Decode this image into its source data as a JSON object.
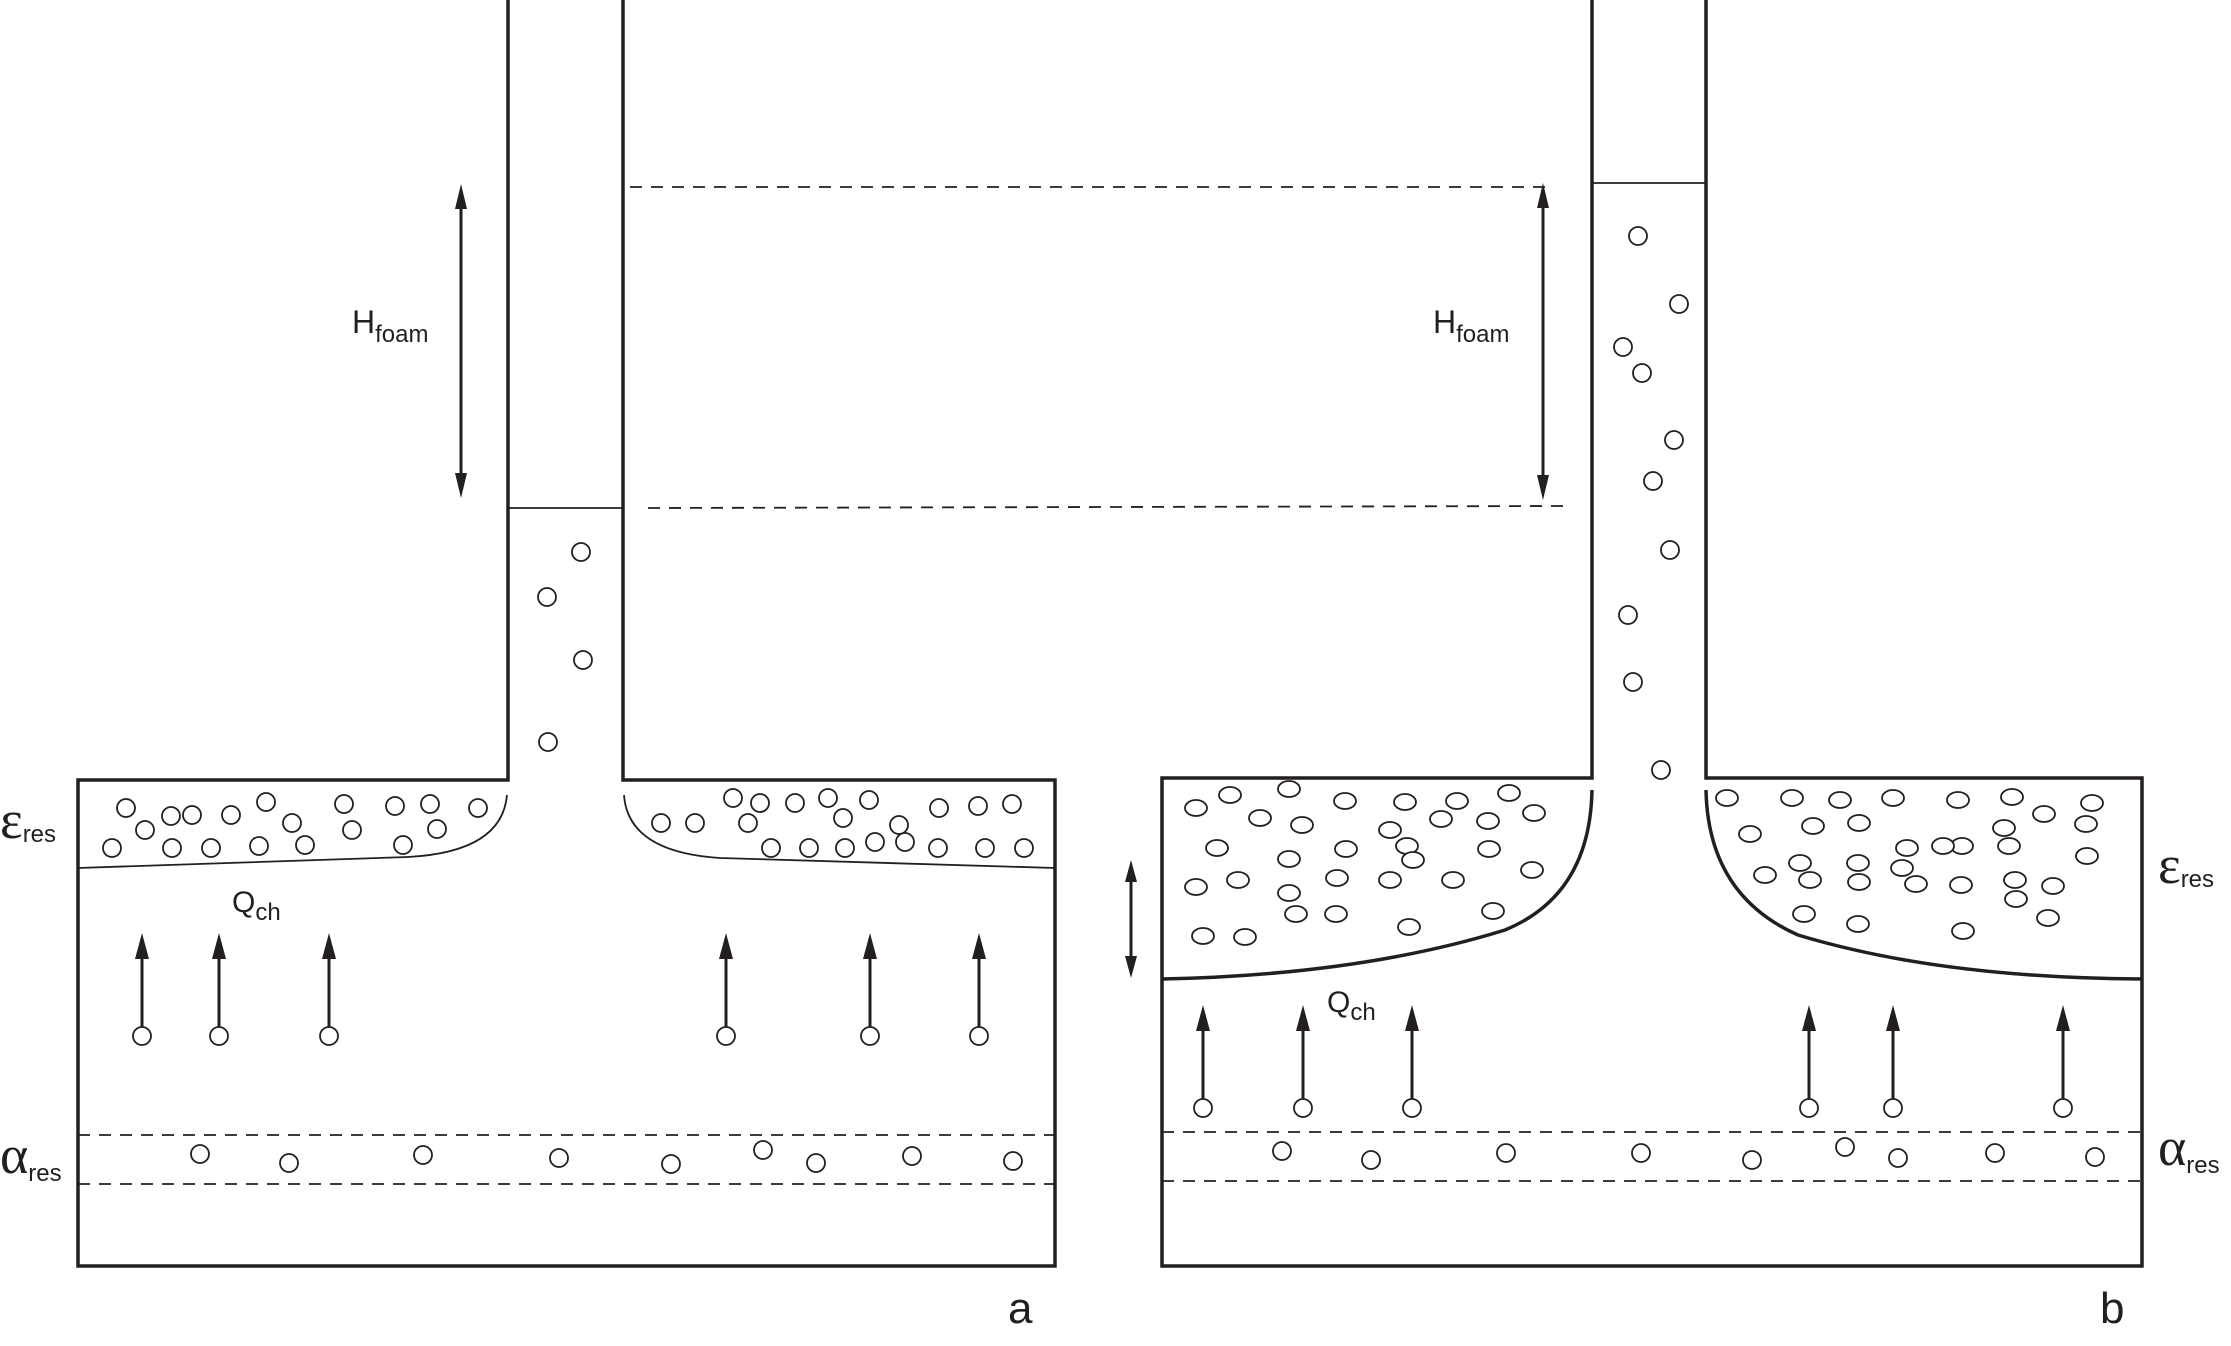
{
  "panels": {
    "a": {
      "panel_label": "a",
      "h_foam": {
        "main": "H",
        "sub": "foam"
      },
      "q_ch": {
        "main": "Q",
        "sub": "ch"
      },
      "eps_res": {
        "main": "ε",
        "sub": "res"
      },
      "alpha_res": {
        "main": "α",
        "sub": "res"
      }
    },
    "b": {
      "panel_label": "b",
      "h_foam": {
        "main": "H",
        "sub": "foam"
      },
      "q_ch": {
        "main": "Q",
        "sub": "ch"
      },
      "eps_res": {
        "main": "ε",
        "sub": "res"
      },
      "alpha_res": {
        "main": "α",
        "sub": "res"
      }
    }
  }
}
